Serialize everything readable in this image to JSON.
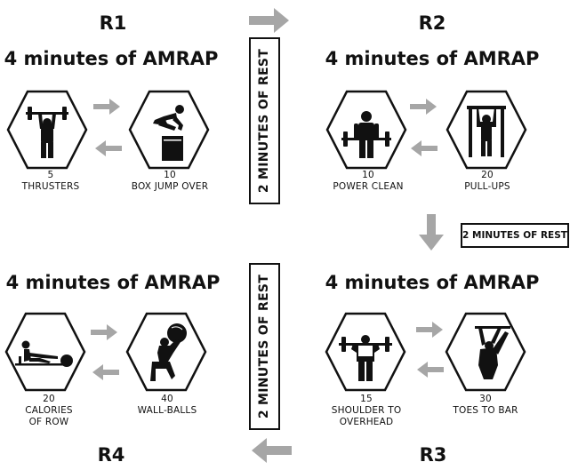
{
  "rounds": [
    {
      "label": "R1",
      "heading": "4 minutes of AMRAP",
      "exercises": [
        {
          "count": "5",
          "name": "THRUSTERS",
          "icon": "thruster-figure-icon"
        },
        {
          "count": "10",
          "name": "BOX JUMP OVER",
          "icon": "box-jump-figure-icon"
        }
      ]
    },
    {
      "label": "R2",
      "heading": "4 minutes of AMRAP",
      "exercises": [
        {
          "count": "10",
          "name": "POWER CLEAN",
          "icon": "power-clean-figure-icon"
        },
        {
          "count": "20",
          "name": "PULL-UPS",
          "icon": "pull-up-figure-icon"
        }
      ]
    },
    {
      "label": "R3",
      "heading": "4 minutes of AMRAP",
      "exercises": [
        {
          "count": "15",
          "name_line1": "SHOULDER TO",
          "name_line2": "OVERHEAD",
          "icon": "shoulder-to-overhead-figure-icon"
        },
        {
          "count": "30",
          "name": "TOES TO BAR",
          "icon": "toes-to-bar-figure-icon"
        }
      ]
    },
    {
      "label": "R4",
      "heading": "4 minutes of AMRAP",
      "exercises": [
        {
          "count": "20",
          "name_line1": "CALORIES",
          "name_line2": "OF ROW",
          "icon": "rower-figure-icon"
        },
        {
          "count": "40",
          "name": "WALL-BALLS",
          "icon": "wall-ball-figure-icon"
        }
      ]
    }
  ],
  "rest": {
    "label": "2 MINUTES OF REST"
  },
  "colors": {
    "arrow": "#a6a6a6",
    "text": "#111111",
    "border": "#111111"
  }
}
